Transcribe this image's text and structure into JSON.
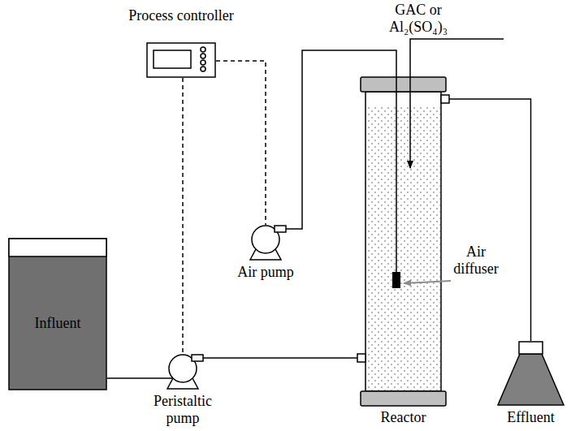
{
  "diagram": {
    "nodes": [
      {
        "text": [
          "Process controller"
        ]
      },
      {
        "text": [
          "Influent"
        ]
      },
      {
        "text": [
          "Air pump"
        ]
      },
      {
        "text": [
          "Peristaltic pump"
        ]
      },
      {
        "text": [
          "Reactor"
        ]
      },
      {
        "text": [
          "Effluent"
        ]
      }
    ],
    "edges": [
      {
        "from": 1,
        "to": 3,
        "arrow": "none"
      },
      {
        "from": 3,
        "to": 4,
        "arrow": "none"
      },
      {
        "from": 2,
        "to": 4,
        "arrow": "none"
      },
      {
        "from": 4,
        "to": 5,
        "arrow": "none"
      },
      {
        "from": 0,
        "to": 3,
        "arrow": "none"
      },
      {
        "from": 0,
        "to": 2,
        "arrow": "none"
      }
    ],
    "labels": [
      "GAC or Al₂(SO₄)₃",
      "Air diffuser"
    ]
  }
}
